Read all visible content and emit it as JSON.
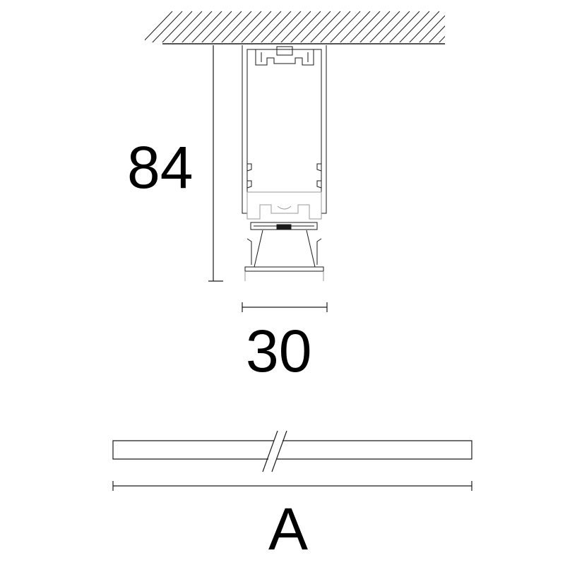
{
  "diagram": {
    "height_label": "84",
    "width_label": "30",
    "length_label": "A"
  },
  "colors": {
    "line": "#1a1a1a",
    "background": "#ffffff"
  }
}
